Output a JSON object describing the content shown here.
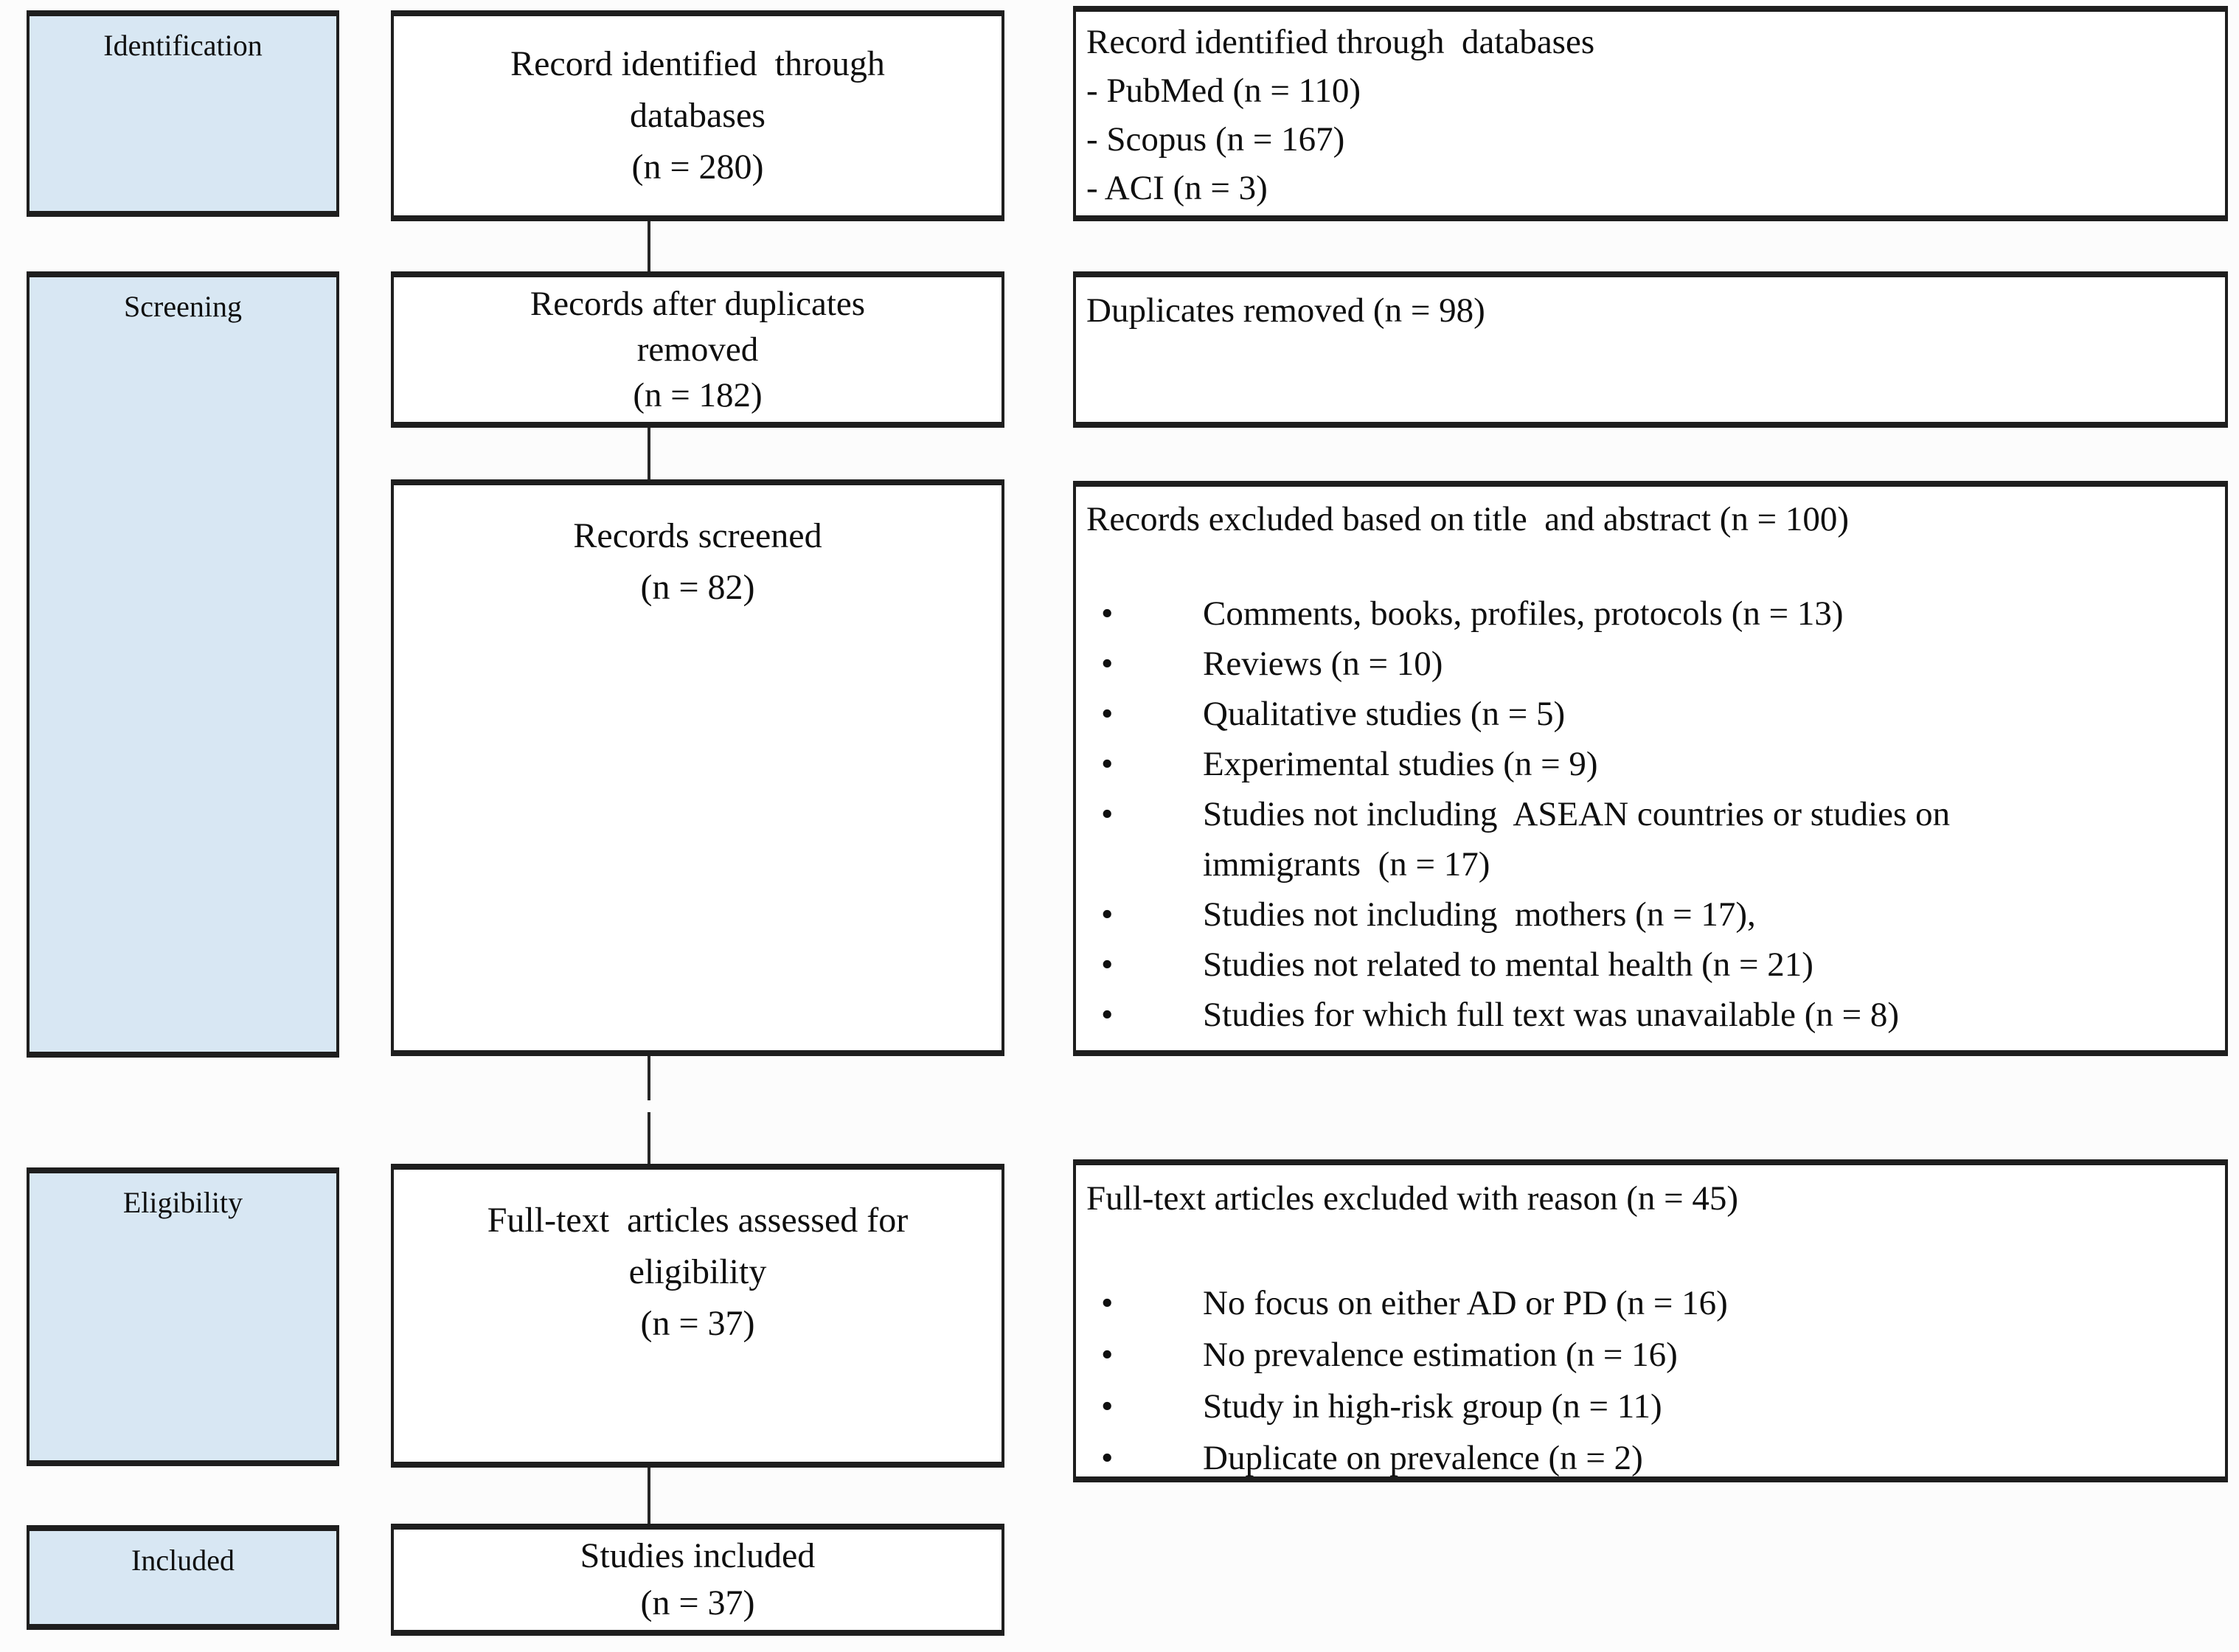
{
  "bullet": "•",
  "stages": [
    {
      "label": "Identification"
    },
    {
      "label": "Screening"
    },
    {
      "label": "Eligibility"
    },
    {
      "label": "Included"
    }
  ],
  "flow": [
    {
      "lines": [
        "Record identified  through",
        "databases",
        "(n = 280)"
      ]
    },
    {
      "lines": [
        "Records after duplicates",
        "removed",
        "(n = 182)"
      ]
    },
    {
      "lines": [
        "Records screened",
        "(n = 82)"
      ]
    },
    {
      "lines": [
        "Full-text  articles assessed for",
        "eligibility",
        "(n = 37)"
      ]
    },
    {
      "lines": [
        "Studies included",
        "(n = 37)"
      ]
    }
  ],
  "side": [
    {
      "title": "Record identified through  databases",
      "items": [
        "- PubMed (n = 110)",
        "- Scopus (n = 167)",
        "- ACI (n = 3)"
      ]
    },
    {
      "title": "Duplicates removed (n = 98)",
      "items": []
    },
    {
      "title": "Records excluded based on title  and abstract (n = 100)",
      "items": [
        "Comments, books, profiles, protocols (n = 13)",
        "Reviews (n = 10)",
        "Qualitative studies (n = 5)",
        "Experimental studies (n = 9)",
        "Studies not including  ASEAN countries or studies on immigrants  (n = 17)",
        "Studies not including  mothers (n = 17),",
        "Studies not related to mental health (n = 21)",
        "Studies for which full text was unavailable (n = 8)"
      ]
    },
    {
      "title": "Full-text articles excluded with reason (n = 45)",
      "items": [
        "No focus on either AD or PD (n = 16)",
        "No prevalence estimation (n = 16)",
        "Study in high-risk group (n = 11)",
        "Duplicate on prevalence (n = 2)"
      ]
    }
  ],
  "colors": {
    "stage_fill": "#d8e7f3",
    "border": "#1e1e1e",
    "background": "#fcfcfc",
    "text": "#0f0f0f"
  }
}
